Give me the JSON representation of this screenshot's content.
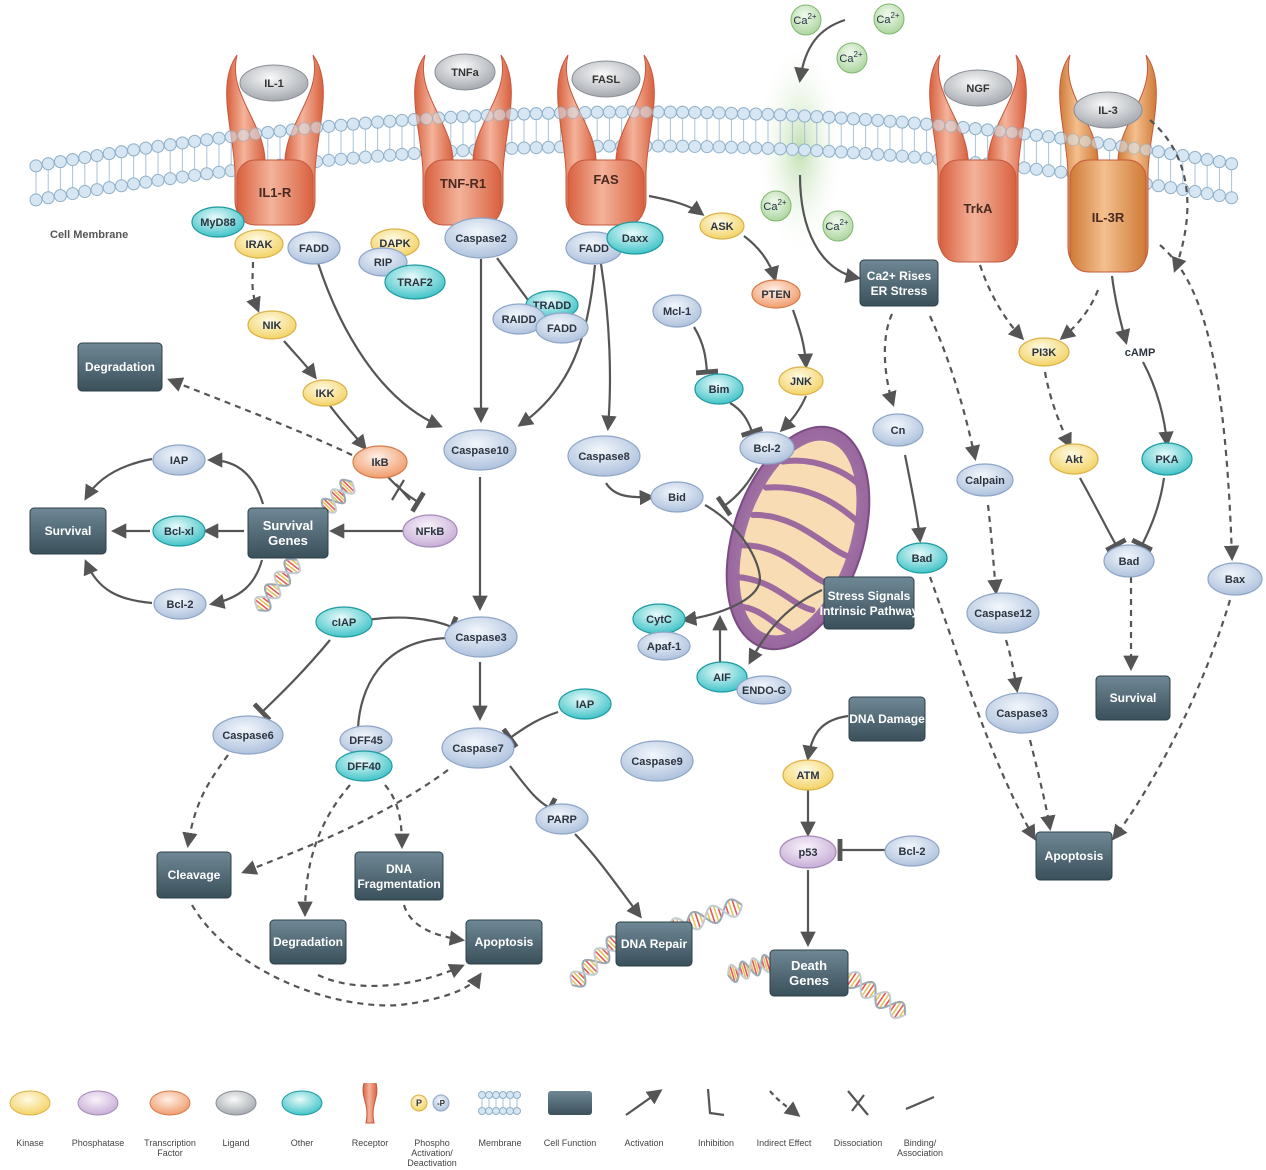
{
  "colors": {
    "kinase": "#f8e08a",
    "phosphatase": "#d9c7e4",
    "transcription_factor": "#f6b38a",
    "ligand": "#c8cbd0",
    "other": "#6fd3d6",
    "node_default": "#c9d8ec",
    "cell_function": "#4c6470",
    "receptor": "#e9856a",
    "receptor_il3": "#e39a5c",
    "membrane": "#b9d2e6",
    "arrow": "#555555",
    "calcium": "#cde6c2"
  },
  "membrane_label": "Cell Membrane",
  "ligands": [
    {
      "id": "il1",
      "label": "IL-1"
    },
    {
      "id": "tnfa",
      "label": "TNFa"
    },
    {
      "id": "fasl",
      "label": "FASL"
    },
    {
      "id": "ngf",
      "label": "NGF"
    },
    {
      "id": "il3",
      "label": "IL-3"
    }
  ],
  "receptors": [
    {
      "id": "il1r",
      "label": "IL1-R"
    },
    {
      "id": "tnfr1",
      "label": "TNF-R1"
    },
    {
      "id": "fas",
      "label": "FAS"
    },
    {
      "id": "trka",
      "label": "TrkA"
    },
    {
      "id": "il3r",
      "label": "IL-3R"
    }
  ],
  "calcium": {
    "ion": "Ca",
    "charge": "2+"
  },
  "nodes": [
    {
      "id": "myd88",
      "label": "MyD88",
      "type": "other"
    },
    {
      "id": "irak",
      "label": "IRAK",
      "type": "kinase"
    },
    {
      "id": "fadd1",
      "label": "FADD",
      "type": "default"
    },
    {
      "id": "dapk",
      "label": "DAPK",
      "type": "kinase"
    },
    {
      "id": "rip",
      "label": "RIP",
      "type": "default"
    },
    {
      "id": "traf2",
      "label": "TRAF2",
      "type": "other"
    },
    {
      "id": "caspase2",
      "label": "Caspase2",
      "type": "default"
    },
    {
      "id": "tradd",
      "label": "TRADD",
      "type": "other"
    },
    {
      "id": "raidd",
      "label": "RAIDD",
      "type": "default"
    },
    {
      "id": "fadd2",
      "label": "FADD",
      "type": "default"
    },
    {
      "id": "fadd3",
      "label": "FADD",
      "type": "default"
    },
    {
      "id": "daxx",
      "label": "Daxx",
      "type": "other"
    },
    {
      "id": "ask",
      "label": "ASK",
      "type": "kinase"
    },
    {
      "id": "pten",
      "label": "PTEN",
      "type": "tf"
    },
    {
      "id": "mcl1",
      "label": "Mcl-1",
      "type": "default"
    },
    {
      "id": "bim",
      "label": "Bim",
      "type": "other"
    },
    {
      "id": "jnk",
      "label": "JNK",
      "type": "kinase"
    },
    {
      "id": "bcl2m",
      "label": "Bcl-2",
      "type": "default"
    },
    {
      "id": "nik",
      "label": "NIK",
      "type": "kinase"
    },
    {
      "id": "ikk",
      "label": "IKK",
      "type": "kinase"
    },
    {
      "id": "ikb",
      "label": "IkB",
      "type": "tf"
    },
    {
      "id": "nfkb",
      "label": "NFkB",
      "type": "phosphatase"
    },
    {
      "id": "caspase10",
      "label": "Caspase10",
      "type": "default"
    },
    {
      "id": "caspase8",
      "label": "Caspase8",
      "type": "default"
    },
    {
      "id": "bid",
      "label": "Bid",
      "type": "default"
    },
    {
      "id": "iap1",
      "label": "IAP",
      "type": "default"
    },
    {
      "id": "bclxl",
      "label": "Bcl-xl",
      "type": "other"
    },
    {
      "id": "bcl2s",
      "label": "Bcl-2",
      "type": "default"
    },
    {
      "id": "ciap",
      "label": "cIAP",
      "type": "other"
    },
    {
      "id": "caspase3",
      "label": "Caspase3",
      "type": "default"
    },
    {
      "id": "cytc",
      "label": "CytC",
      "type": "other"
    },
    {
      "id": "apaf1",
      "label": "Apaf-1",
      "type": "default"
    },
    {
      "id": "aif",
      "label": "AIF",
      "type": "other"
    },
    {
      "id": "endog",
      "label": "ENDO-G",
      "type": "default"
    },
    {
      "id": "caspase6",
      "label": "Caspase6",
      "type": "default"
    },
    {
      "id": "dff45",
      "label": "DFF45",
      "type": "default"
    },
    {
      "id": "dff40",
      "label": "DFF40",
      "type": "other"
    },
    {
      "id": "caspase7",
      "label": "Caspase7",
      "type": "default"
    },
    {
      "id": "iap2",
      "label": "IAP",
      "type": "other"
    },
    {
      "id": "parp",
      "label": "PARP",
      "type": "default"
    },
    {
      "id": "caspase9",
      "label": "Caspase9",
      "type": "default"
    },
    {
      "id": "cn",
      "label": "Cn",
      "type": "default"
    },
    {
      "id": "calpain",
      "label": "Calpain",
      "type": "default"
    },
    {
      "id": "bad1",
      "label": "Bad",
      "type": "other"
    },
    {
      "id": "caspase12",
      "label": "Caspase12",
      "type": "default"
    },
    {
      "id": "caspase3b",
      "label": "Caspase3",
      "type": "default"
    },
    {
      "id": "pi3k",
      "label": "PI3K",
      "type": "kinase"
    },
    {
      "id": "camp",
      "label": "cAMP",
      "type": "text"
    },
    {
      "id": "akt",
      "label": "Akt",
      "type": "kinase"
    },
    {
      "id": "pka",
      "label": "PKA",
      "type": "other"
    },
    {
      "id": "bad2",
      "label": "Bad",
      "type": "default"
    },
    {
      "id": "bax",
      "label": "Bax",
      "type": "default"
    },
    {
      "id": "atm",
      "label": "ATM",
      "type": "kinase"
    },
    {
      "id": "p53",
      "label": "p53",
      "type": "phosphatase"
    },
    {
      "id": "bcl2p",
      "label": "Bcl-2",
      "type": "default"
    }
  ],
  "functions": [
    {
      "id": "degradation_top",
      "label": "Degradation"
    },
    {
      "id": "survival_left",
      "label": "Survival"
    },
    {
      "id": "survival_genes",
      "label": "Survival Genes"
    },
    {
      "id": "ca_er",
      "label": "Ca2+ Rises ER Stress"
    },
    {
      "id": "stress",
      "label": "Stress Signals Intrinsic Pathway"
    },
    {
      "id": "cleavage",
      "label": "Cleavage"
    },
    {
      "id": "dna_frag",
      "label": "DNA Fragmentation"
    },
    {
      "id": "degradation_bottom",
      "label": "Degradation"
    },
    {
      "id": "apoptosis_mid",
      "label": "Apoptosis"
    },
    {
      "id": "dna_repair",
      "label": "DNA Repair"
    },
    {
      "id": "dna_damage",
      "label": "DNA Damage"
    },
    {
      "id": "death_genes",
      "label": "Death Genes"
    },
    {
      "id": "apoptosis_right",
      "label": "Apoptosis"
    },
    {
      "id": "survival_right",
      "label": "Survival"
    }
  ],
  "legend": [
    {
      "label": "Kinase",
      "kind": "kinase"
    },
    {
      "label": "Phosphatase",
      "kind": "phosphatase"
    },
    {
      "label": "Transcription Factor",
      "kind": "tf"
    },
    {
      "label": "Ligand",
      "kind": "ligand"
    },
    {
      "label": "Other",
      "kind": "other"
    },
    {
      "label": "Receptor",
      "kind": "receptor"
    },
    {
      "label": "Phospho Activation/ Deactivation",
      "kind": "phospho"
    },
    {
      "label": "Membrane",
      "kind": "membrane"
    },
    {
      "label": "Cell Function",
      "kind": "function"
    },
    {
      "label": "Activation",
      "kind": "activation"
    },
    {
      "label": "Inhibition",
      "kind": "inhibition"
    },
    {
      "label": "Indirect Effect",
      "kind": "indirect"
    },
    {
      "label": "Dissociation",
      "kind": "dissociation"
    },
    {
      "label": "Binding/ Association",
      "kind": "binding"
    }
  ],
  "phospho": {
    "p": "P",
    "minus_p": "-P"
  }
}
